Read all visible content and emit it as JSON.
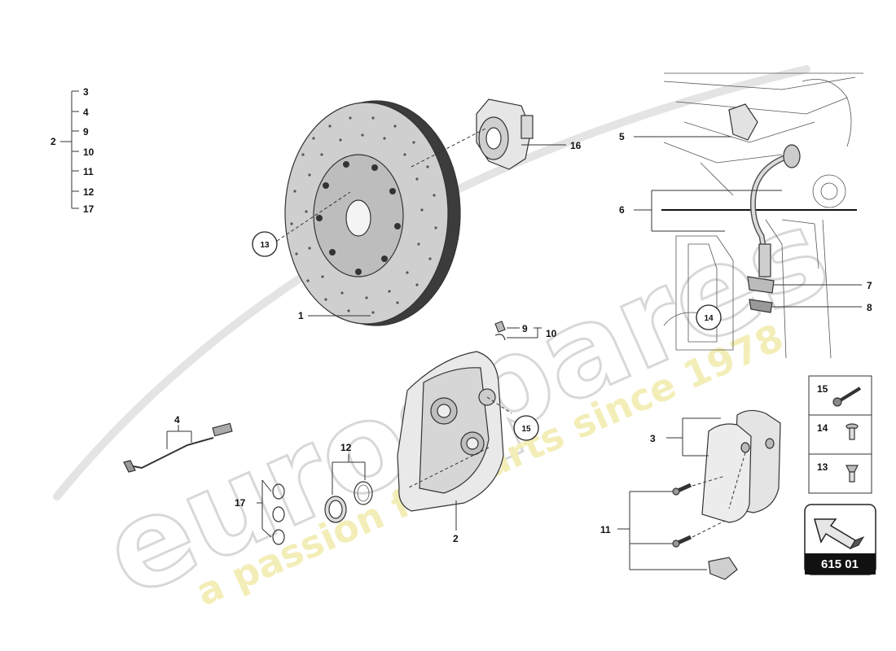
{
  "watermark": {
    "brand": "eurospares",
    "tagline": "a passion for parts since 1978"
  },
  "group_legend": {
    "parent": "2",
    "children": [
      "3",
      "4",
      "9",
      "10",
      "11",
      "12",
      "17"
    ]
  },
  "callouts": {
    "c1": "1",
    "c2": "2",
    "c3": "3",
    "c4": "4",
    "c5": "5",
    "c6": "6",
    "c7": "7",
    "c8": "8",
    "c9": "9",
    "c10": "10",
    "c11": "11",
    "c12": "12",
    "c16": "16",
    "c17": "17"
  },
  "circled_callouts": {
    "c13": "13",
    "c14": "14",
    "c15": "15"
  },
  "fastener_table": [
    {
      "label": "15"
    },
    {
      "label": "14"
    },
    {
      "label": "13"
    }
  ],
  "catalog_code": "615 01",
  "colors": {
    "watermark": "#dcdcdc",
    "tagline": "#f2ecb0",
    "line": "#333333",
    "code_box": "#111111"
  }
}
